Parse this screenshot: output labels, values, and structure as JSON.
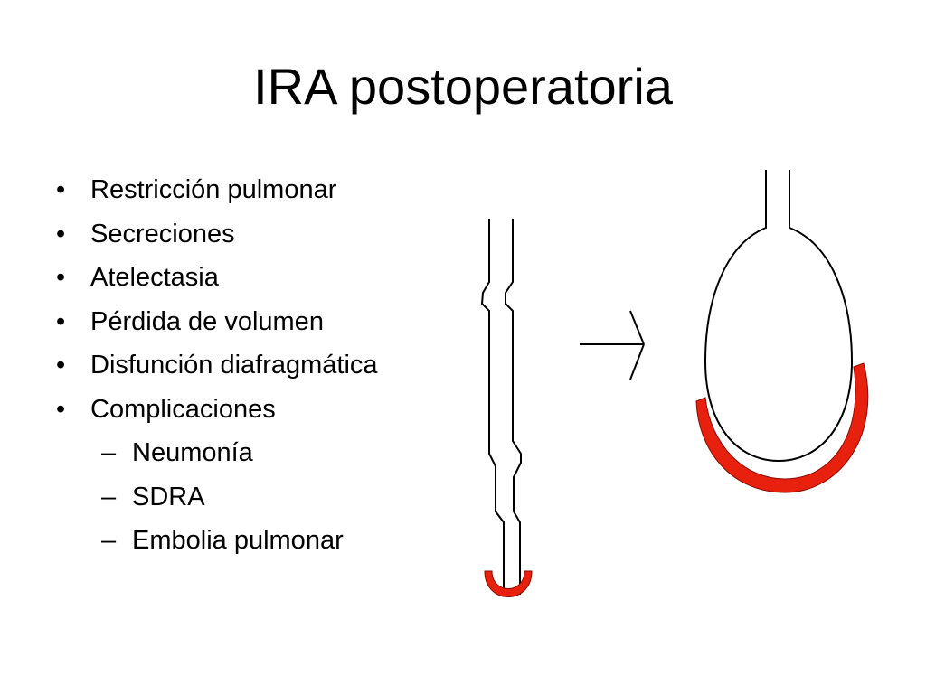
{
  "slide": {
    "title": "IRA postoperatoria",
    "bullet_marker": "•",
    "sub_marker": "–",
    "items": [
      {
        "text": "Restricción pulmonar",
        "level": 1
      },
      {
        "text": "Secreciones",
        "level": 1
      },
      {
        "text": "Atelectasia",
        "level": 1
      },
      {
        "text": "Pérdida de volumen",
        "level": 1
      },
      {
        "text": "Disfunción diafragmática",
        "level": 1
      },
      {
        "text": "Complicaciones",
        "level": 1
      },
      {
        "text": "Neumonía",
        "level": 2
      },
      {
        "text": "SDRA",
        "level": 2
      },
      {
        "text": "Embolia pulmonar",
        "level": 2
      }
    ]
  },
  "colors": {
    "text": "#000000",
    "highlight": "#e8210f",
    "outline": "#000000"
  },
  "icons": {
    "diagram_left": "collapsed-alveolus-icon",
    "arrow": "arrow-right-icon",
    "diagram_right": "expanded-alveolus-icon"
  }
}
